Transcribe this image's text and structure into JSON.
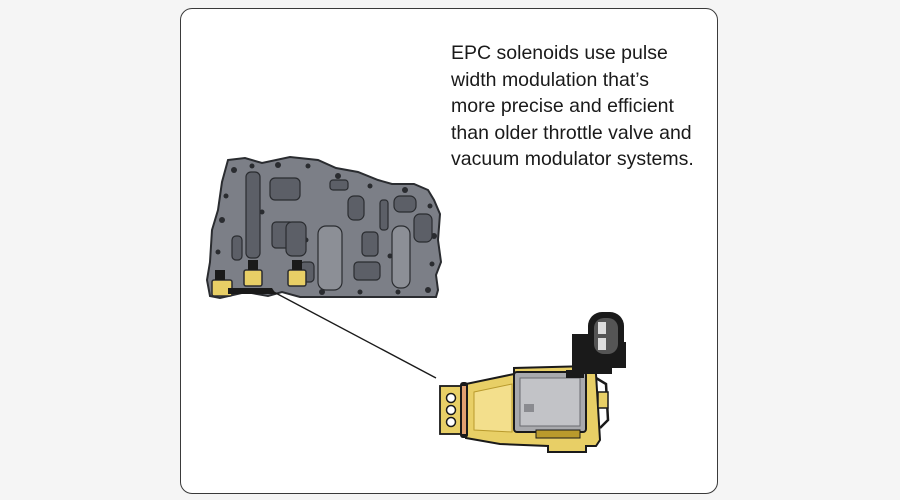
{
  "caption": "EPC solenoids use pulse\nwidth modulation that’s\nmore precise and efficient\nthan older throttle valve and\nvacuum modulator systems.",
  "colors": {
    "frame": "#3a3a3a",
    "valve_body": "#7c7f87",
    "valve_body_dark": "#4a4d55",
    "brass": "#e8cf66",
    "brass_dark": "#b99a2c",
    "solenoid_housing": "#a8a9ad",
    "connector": "#1a1a1a",
    "seal": "#e0a070"
  },
  "icons": [
    "valve-body-illustration",
    "epc-solenoid-illustration",
    "callout-leader-line"
  ]
}
